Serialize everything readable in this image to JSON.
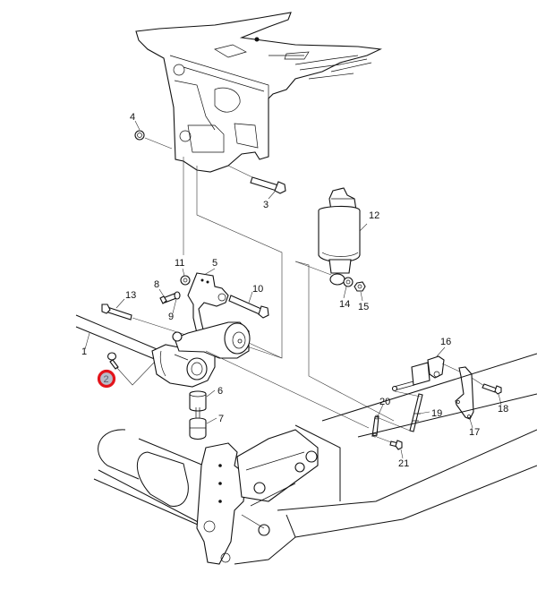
{
  "diagram": {
    "title": "Rear suspension exploded parts view",
    "highlighted_callout": "2",
    "highlight_color": "#e3141b",
    "callouts": [
      {
        "id": "1",
        "part": "rear-axle-shaft"
      },
      {
        "id": "2",
        "part": "bolt"
      },
      {
        "id": "3",
        "part": "bolt"
      },
      {
        "id": "4",
        "part": "nut"
      },
      {
        "id": "5",
        "part": "bracket"
      },
      {
        "id": "6",
        "part": "bushing"
      },
      {
        "id": "7",
        "part": "bumper"
      },
      {
        "id": "8",
        "part": "bolt"
      },
      {
        "id": "9",
        "part": "washer"
      },
      {
        "id": "10",
        "part": "bolt"
      },
      {
        "id": "11",
        "part": "nut"
      },
      {
        "id": "12",
        "part": "air-spring"
      },
      {
        "id": "13",
        "part": "bolt"
      },
      {
        "id": "14",
        "part": "washer"
      },
      {
        "id": "15",
        "part": "nut"
      },
      {
        "id": "16",
        "part": "height-sensor"
      },
      {
        "id": "17",
        "part": "sensor-bracket"
      },
      {
        "id": "18",
        "part": "bolt"
      },
      {
        "id": "19",
        "part": "sensor-link"
      },
      {
        "id": "20",
        "part": "link-bracket"
      },
      {
        "id": "21",
        "part": "bolt"
      }
    ]
  }
}
